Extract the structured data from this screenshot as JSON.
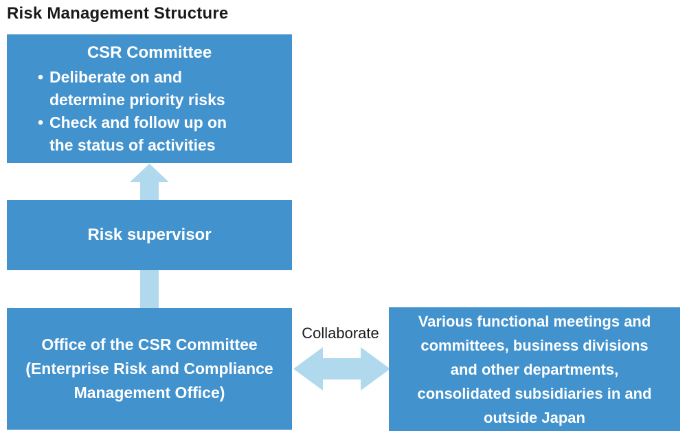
{
  "title": "Risk Management Structure",
  "colors": {
    "box_blue": "#4292ce",
    "arrow_light_blue": "#b0d9ee",
    "text_white": "#ffffff",
    "text_black": "#1a1a1a"
  },
  "icons": {
    "up_arrow": "arrow-up",
    "connector": "vertical-shaft",
    "collaborate_arrow": "arrow-left-right"
  },
  "boxes": {
    "csr_committee": {
      "heading": "CSR Committee",
      "bullet_char": "•",
      "bullets": [
        {
          "lines": [
            "Deliberate on and",
            "determine priority risks"
          ]
        },
        {
          "lines": [
            "Check and follow up on",
            "the status of activities"
          ]
        }
      ]
    },
    "risk_supervisor": {
      "label": "Risk supervisor"
    },
    "office": {
      "lines": [
        "Office of the CSR Committee",
        "(Enterprise Risk and Compliance",
        "Management Office)"
      ]
    },
    "external": {
      "lines": [
        "Various functional meetings and",
        "committees, business divisions",
        "and other departments,",
        "consolidated subsidiaries in and",
        "outside Japan"
      ]
    }
  },
  "connectors": {
    "collaborate_label": "Collaborate"
  }
}
